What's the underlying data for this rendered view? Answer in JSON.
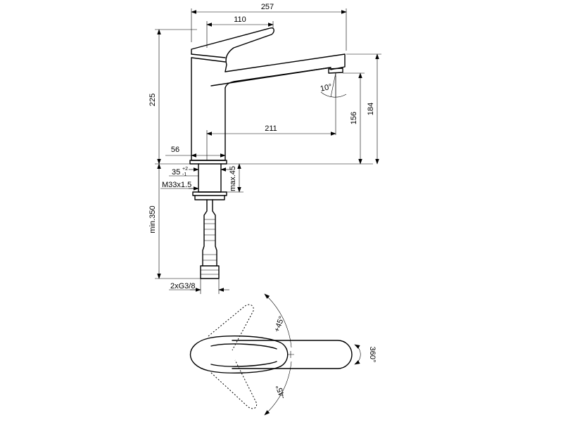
{
  "dimensions": {
    "overall_length": "257",
    "lever_length": "110",
    "height_total": "225",
    "spout_reach": "211",
    "spout_height": "156",
    "outlet_height": "184",
    "body_diameter": "56",
    "tap_hole": "35",
    "tap_hole_tol_plus": "+2",
    "tap_hole_tol_minus": "-1",
    "thread": "M33x1.5",
    "max_deck": "max.45",
    "min_hose": "min.350",
    "connection": "2xG3/8",
    "tilt_angle": "10°"
  },
  "top_view": {
    "lever_plus": "+45°",
    "lever_minus": "-45°",
    "spout_rotation": "360°"
  }
}
